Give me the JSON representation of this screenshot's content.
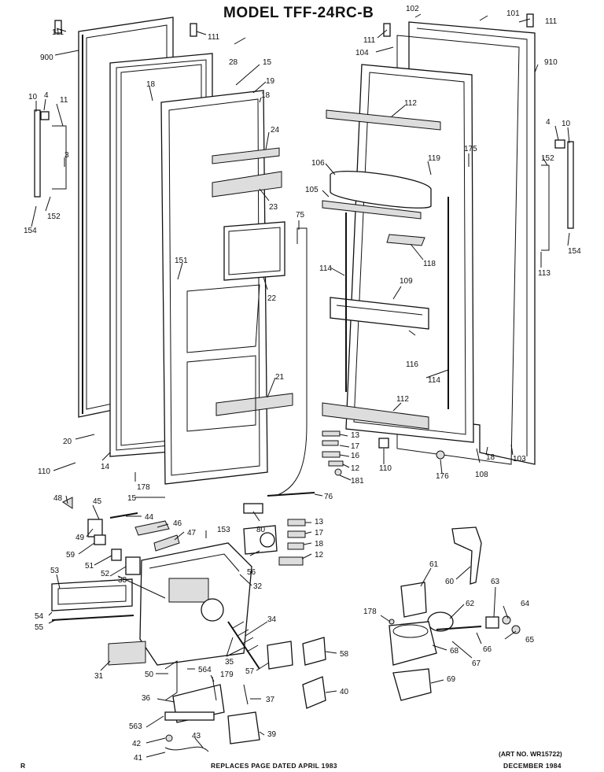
{
  "header": {
    "model_title": "MODEL TFF-24RC-B"
  },
  "footer": {
    "art_no": "(ART NO. WR15722)",
    "left_mark": "R",
    "replaces": "REPLACES PAGE DATED APRIL 1983",
    "date": "DECEMBER 1984"
  },
  "callouts": [
    {
      "id": "c111a",
      "text": "111"
    },
    {
      "id": "c111b",
      "text": "111"
    },
    {
      "id": "c111c",
      "text": "111"
    },
    {
      "id": "c111d",
      "text": "111"
    },
    {
      "id": "c900",
      "text": "900"
    },
    {
      "id": "c910",
      "text": "910"
    },
    {
      "id": "c102",
      "text": "102"
    },
    {
      "id": "c101",
      "text": "101"
    },
    {
      "id": "c104",
      "text": "104"
    },
    {
      "id": "c28",
      "text": "28"
    },
    {
      "id": "c15a",
      "text": "15"
    },
    {
      "id": "c19",
      "text": "19"
    },
    {
      "id": "c18a",
      "text": "18"
    },
    {
      "id": "c18b",
      "text": "18"
    },
    {
      "id": "c10a",
      "text": "10"
    },
    {
      "id": "c4a",
      "text": "4"
    },
    {
      "id": "c11",
      "text": "11"
    },
    {
      "id": "c3",
      "text": "3"
    },
    {
      "id": "c152a",
      "text": "152"
    },
    {
      "id": "c154a",
      "text": "154"
    },
    {
      "id": "c24",
      "text": "24"
    },
    {
      "id": "c23",
      "text": "23"
    },
    {
      "id": "c151",
      "text": "151"
    },
    {
      "id": "c22",
      "text": "22"
    },
    {
      "id": "c21",
      "text": "21"
    },
    {
      "id": "c75",
      "text": "75"
    },
    {
      "id": "c112a",
      "text": "112"
    },
    {
      "id": "c106",
      "text": "106"
    },
    {
      "id": "c105",
      "text": "105"
    },
    {
      "id": "c119",
      "text": "119"
    },
    {
      "id": "c175",
      "text": "175"
    },
    {
      "id": "c4b",
      "text": "4"
    },
    {
      "id": "c10b",
      "text": "10"
    },
    {
      "id": "c152b",
      "text": "152"
    },
    {
      "id": "c154b",
      "text": "154"
    },
    {
      "id": "c113",
      "text": "113"
    },
    {
      "id": "c118",
      "text": "118"
    },
    {
      "id": "c114a",
      "text": "114"
    },
    {
      "id": "c109",
      "text": "109"
    },
    {
      "id": "c116",
      "text": "116"
    },
    {
      "id": "c114b",
      "text": "114"
    },
    {
      "id": "c112b",
      "text": "112"
    },
    {
      "id": "c20",
      "text": "20"
    },
    {
      "id": "c14",
      "text": "14"
    },
    {
      "id": "c110a",
      "text": "110"
    },
    {
      "id": "c178a",
      "text": "178"
    },
    {
      "id": "c15b",
      "text": "15"
    },
    {
      "id": "c13a",
      "text": "13"
    },
    {
      "id": "c17a",
      "text": "17"
    },
    {
      "id": "c16",
      "text": "16"
    },
    {
      "id": "c12a",
      "text": "12"
    },
    {
      "id": "c181",
      "text": "181"
    },
    {
      "id": "c110b",
      "text": "110"
    },
    {
      "id": "c176",
      "text": "176"
    },
    {
      "id": "c108",
      "text": "108"
    },
    {
      "id": "c18c",
      "text": "18"
    },
    {
      "id": "c103",
      "text": "103"
    },
    {
      "id": "c76",
      "text": "76"
    },
    {
      "id": "c48",
      "text": "48"
    },
    {
      "id": "c45",
      "text": "45"
    },
    {
      "id": "c44",
      "text": "44"
    },
    {
      "id": "c49",
      "text": "49"
    },
    {
      "id": "c46",
      "text": "46"
    },
    {
      "id": "c47",
      "text": "47"
    },
    {
      "id": "c153",
      "text": "153"
    },
    {
      "id": "c80",
      "text": "80"
    },
    {
      "id": "c13b",
      "text": "13"
    },
    {
      "id": "c17b",
      "text": "17"
    },
    {
      "id": "c18d",
      "text": "18"
    },
    {
      "id": "c12b",
      "text": "12"
    },
    {
      "id": "c59",
      "text": "59"
    },
    {
      "id": "c51",
      "text": "51"
    },
    {
      "id": "c52",
      "text": "52"
    },
    {
      "id": "c53",
      "text": "53"
    },
    {
      "id": "c33",
      "text": "33"
    },
    {
      "id": "c32",
      "text": "32"
    },
    {
      "id": "c56",
      "text": "56"
    },
    {
      "id": "c54",
      "text": "54"
    },
    {
      "id": "c55",
      "text": "55"
    },
    {
      "id": "c34",
      "text": "34"
    },
    {
      "id": "c35",
      "text": "35"
    },
    {
      "id": "c31",
      "text": "31"
    },
    {
      "id": "c50",
      "text": "50"
    },
    {
      "id": "c564",
      "text": "564"
    },
    {
      "id": "c57",
      "text": "57"
    },
    {
      "id": "c179",
      "text": "179"
    },
    {
      "id": "c36",
      "text": "36"
    },
    {
      "id": "c37",
      "text": "37"
    },
    {
      "id": "c563",
      "text": "563"
    },
    {
      "id": "c39",
      "text": "39"
    },
    {
      "id": "c42",
      "text": "42"
    },
    {
      "id": "c43",
      "text": "43"
    },
    {
      "id": "c41",
      "text": "41"
    },
    {
      "id": "c58",
      "text": "58"
    },
    {
      "id": "c40",
      "text": "40"
    },
    {
      "id": "c61",
      "text": "61"
    },
    {
      "id": "c60",
      "text": "60"
    },
    {
      "id": "c62",
      "text": "62"
    },
    {
      "id": "c63",
      "text": "63"
    },
    {
      "id": "c64",
      "text": "64"
    },
    {
      "id": "c65",
      "text": "65"
    },
    {
      "id": "c178b",
      "text": "178"
    },
    {
      "id": "c66",
      "text": "66"
    },
    {
      "id": "c67",
      "text": "67"
    },
    {
      "id": "c68",
      "text": "68"
    },
    {
      "id": "c69",
      "text": "69"
    }
  ]
}
